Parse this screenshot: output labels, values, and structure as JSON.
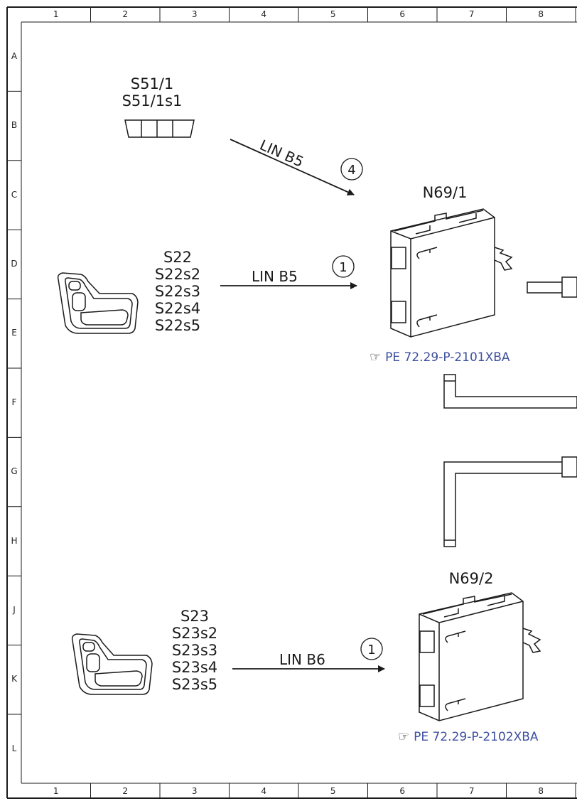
{
  "grid": {
    "columns": [
      "1",
      "2",
      "3",
      "4",
      "5",
      "6",
      "7",
      "8"
    ],
    "rows": [
      "A",
      "B",
      "C",
      "D",
      "E",
      "F",
      "G",
      "H",
      "J",
      "K",
      "L"
    ]
  },
  "components": {
    "s51": {
      "lines": [
        "S51/1",
        "S51/1s1"
      ]
    },
    "s22": {
      "lines": [
        "S22",
        "S22s2",
        "S22s3",
        "S22s4",
        "S22s5"
      ]
    },
    "s23": {
      "lines": [
        "S23",
        "S23s2",
        "S23s3",
        "S23s4",
        "S23s5"
      ]
    },
    "n69_1": {
      "label": "N69/1"
    },
    "n69_2": {
      "label": "N69/2"
    }
  },
  "wires": {
    "w1": {
      "label": "LIN B5",
      "marker": "4"
    },
    "w2": {
      "label": "LIN B5",
      "marker": "1"
    },
    "w3": {
      "label": "LIN B6",
      "marker": "1"
    }
  },
  "references": {
    "ref1": {
      "icon": "pointing-hand-icon",
      "text": "PE 72.29-P-2101XBA"
    },
    "ref2": {
      "icon": "pointing-hand-icon",
      "text": "PE 72.29-P-2102XBA"
    }
  },
  "colors": {
    "line": "#1a1a1a",
    "reference": "#3d4f9e"
  }
}
